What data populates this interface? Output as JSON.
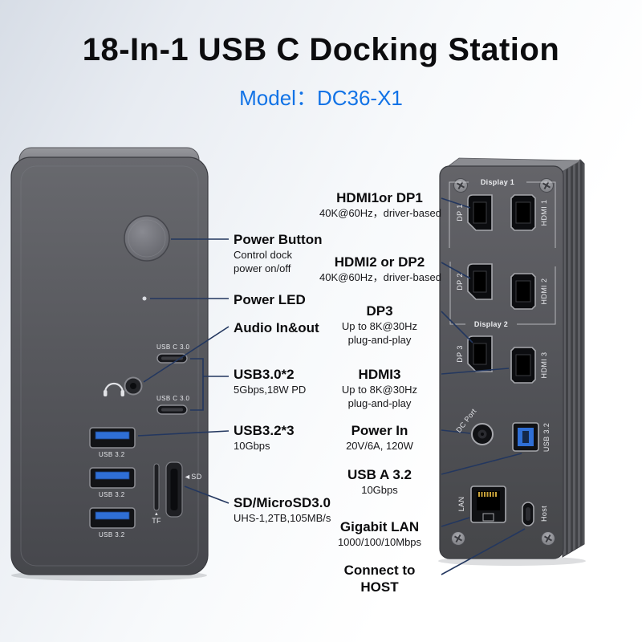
{
  "header": {
    "title": "18-In-1 USB C Docking Station",
    "model": "Model：DC36-X1"
  },
  "front_view": {
    "usbc_label_1": "USB C 3.0",
    "usbc_label_2": "USB C 3.0",
    "usba_labels": [
      "USB 3.2",
      "USB 3.2",
      "USB 3.2"
    ],
    "tf_arrow": "▴",
    "tf_label": "TF",
    "sd_label": "◄SD"
  },
  "back_view": {
    "display1": "Display 1",
    "display2": "Display 2",
    "dp1": "DP 1",
    "hdmi1": "HDMI 1",
    "dp2": "DP 2",
    "hdmi2": "HDMI 2",
    "dp3": "DP 3",
    "hdmi3": "HDMI 3",
    "dc": "DC Port",
    "usb32": "USB 3.2",
    "lan": "LAN",
    "host": "Host"
  },
  "callouts_left": [
    {
      "title": "Power Button",
      "lines": [
        "Control dock",
        "power on/off"
      ]
    },
    {
      "title": "Power LED",
      "lines": []
    },
    {
      "title": "Audio In&out",
      "lines": []
    },
    {
      "title": "USB3.0*2",
      "lines": [
        "5Gbps,18W PD"
      ]
    },
    {
      "title": "USB3.2*3",
      "lines": [
        "10Gbps"
      ]
    },
    {
      "title": "SD/MicroSD3.0",
      "lines": [
        "UHS-1,2TB,105MB/s"
      ]
    }
  ],
  "callouts_right": [
    {
      "title": "HDMI1or DP1",
      "lines": [
        "40K@60Hz，driver-based"
      ]
    },
    {
      "title": "HDMI2 or DP2",
      "lines": [
        "40K@60Hz，driver-based"
      ]
    },
    {
      "title": "DP3",
      "lines": [
        "Up to 8K@30Hz",
        "plug-and-play"
      ]
    },
    {
      "title": "HDMI3",
      "lines": [
        "Up to 8K@30Hz",
        "plug-and-play"
      ]
    },
    {
      "title": "Power In",
      "lines": [
        "20V/6A, 120W"
      ]
    },
    {
      "title": "USB A 3.2",
      "lines": [
        "10Gbps"
      ]
    },
    {
      "title": "Gigabit LAN",
      "lines": [
        "1000/100/10Mbps"
      ]
    },
    {
      "title": "Connect to",
      "title2": "HOST",
      "lines": []
    }
  ],
  "colors": {
    "accent_blue": "#1273e6",
    "callout_line": "#23375f",
    "usb_port_blue": "#2f6fd6"
  }
}
